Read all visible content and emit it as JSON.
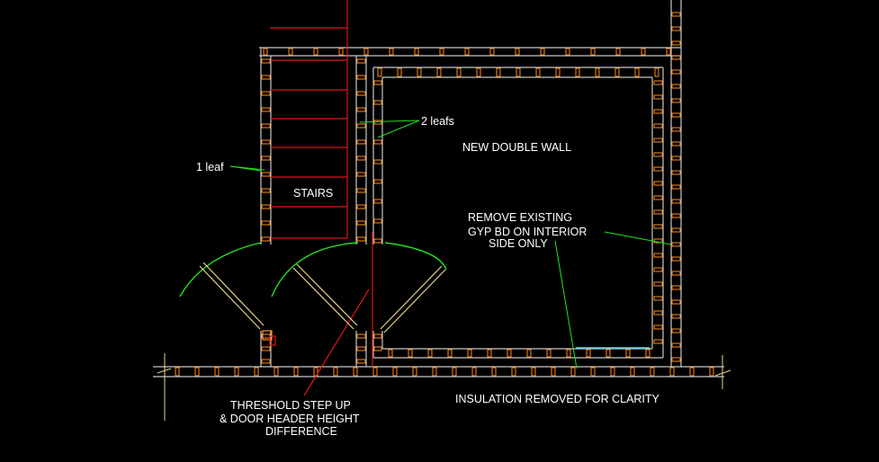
{
  "labels": {
    "one_leaf": "1 leaf",
    "two_leafs": "2 leafs",
    "stairs": "STAIRS",
    "new_double_wall": "NEW DOUBLE WALL",
    "remove_line1": "REMOVE EXISTING",
    "remove_line2": "GYP BD ON INTERIOR",
    "remove_line3": "SIDE ONLY",
    "threshold_line1": "THRESHOLD STEP UP",
    "threshold_line2": "& DOOR HEADER HEIGHT",
    "threshold_line3": "DIFFERENCE",
    "insulation": "INSULATION REMOVED FOR CLARITY"
  },
  "colors": {
    "background": "#000000",
    "wall_outline": "#c8c8c8",
    "stud": "#ff8c1a",
    "red_line": "#e01818",
    "leader": "#22e022",
    "door_leaf": "#e8d48a",
    "text": "#ffffff",
    "cyan": "#5fd8e8"
  }
}
